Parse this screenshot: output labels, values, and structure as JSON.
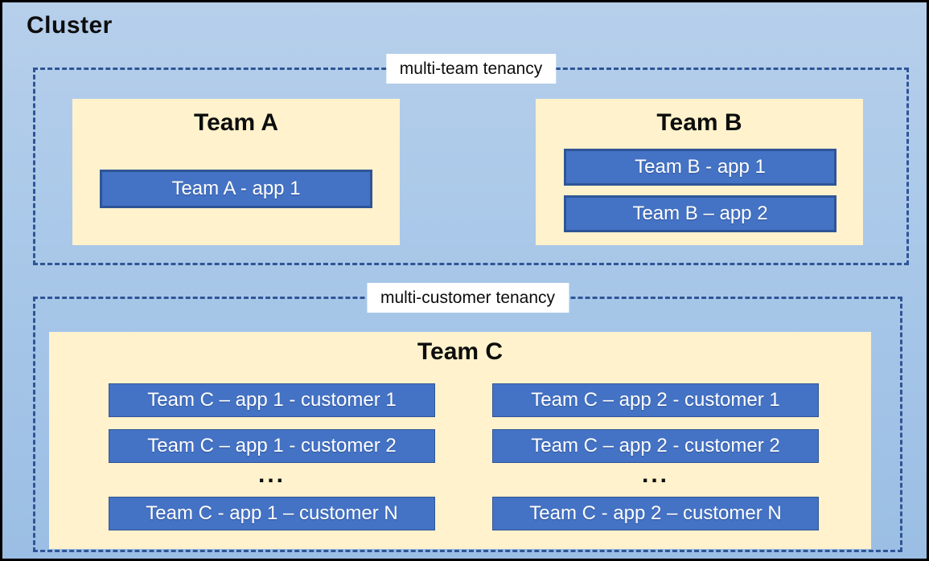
{
  "cluster": {
    "title": "Cluster"
  },
  "multi_team": {
    "label": "multi-team tenancy",
    "team_a": {
      "title": "Team A",
      "apps": [
        "Team A - app 1"
      ]
    },
    "team_b": {
      "title": "Team B",
      "apps": [
        "Team B - app 1",
        "Team B – app 2"
      ]
    }
  },
  "multi_customer": {
    "label": "multi-customer tenancy",
    "team_c": {
      "title": "Team C",
      "ellipsis": "...",
      "col1": [
        "Team C – app 1 - customer 1",
        "Team C – app 1 - customer 2",
        "Team C - app 1 – customer N"
      ],
      "col2": [
        "Team C – app 2 - customer 1",
        "Team C – app 2 - customer 2",
        "Team C - app 2 – customer N"
      ]
    }
  },
  "colors": {
    "canvas_top": "#B6CFEB",
    "canvas_mid": "#A6C6E8",
    "canvas_bottom": "#9BBEE4",
    "team_fill": "#FFF2CC",
    "app_fill": "#4472C4",
    "app_border": "#2F5597",
    "app_text": "#FFFFFF",
    "dashed_border": "#2F5597",
    "label_bg": "#FFFFFF"
  }
}
